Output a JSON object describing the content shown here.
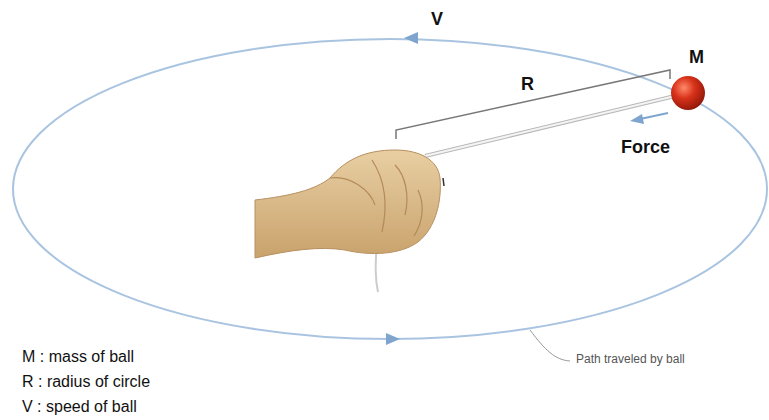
{
  "diagram": {
    "labels": [
      "V",
      "M",
      "R",
      "Force",
      "M : mass of ball",
      "R : radius of circle",
      "V : speed of ball",
      "Path traveled by ball"
    ]
  }
}
